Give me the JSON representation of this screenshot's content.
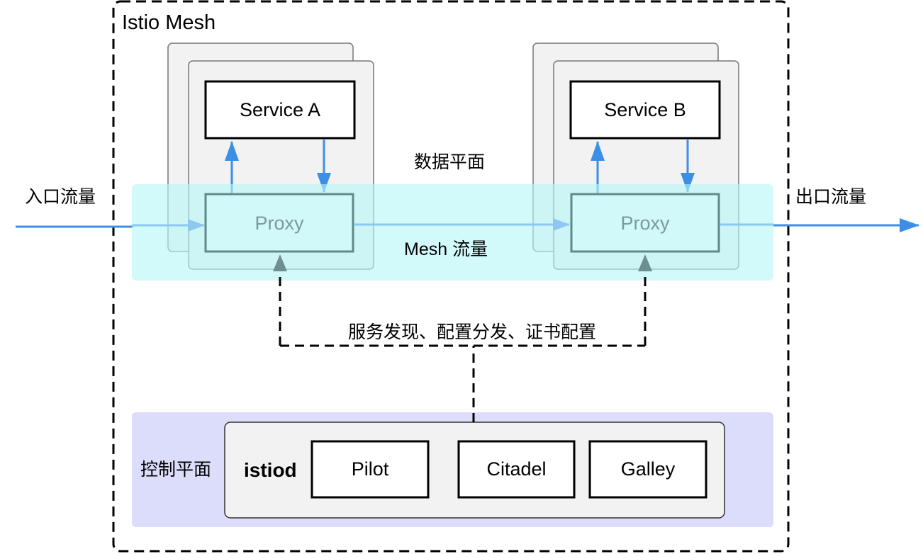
{
  "mesh": {
    "title": "Istio Mesh"
  },
  "data_plane": {
    "label": "数据平面",
    "mesh_traffic_label": "Mesh 流量",
    "ingress_label": "入口流量",
    "egress_label": "出口流量",
    "service_a": {
      "service_label": "Service A",
      "proxy_label": "Proxy"
    },
    "service_b": {
      "service_label": "Service B",
      "proxy_label": "Proxy"
    }
  },
  "control_link": {
    "label": "服务发现、配置分发、证书配置"
  },
  "control_plane": {
    "label": "控制平面",
    "istiod_label": "istiod",
    "components": [
      "Pilot",
      "Citadel",
      "Galley"
    ]
  },
  "colors": {
    "data_plane_band": "#cdfafa",
    "control_plane_band": "#dcdcfb",
    "pod_fill": "#f2f2f2",
    "proxy_border": "#5f8a89",
    "arrow_blue": "#3d8fe6",
    "arrow_light_blue": "#8cc8f2",
    "control_arrow": "#6e8f90"
  }
}
